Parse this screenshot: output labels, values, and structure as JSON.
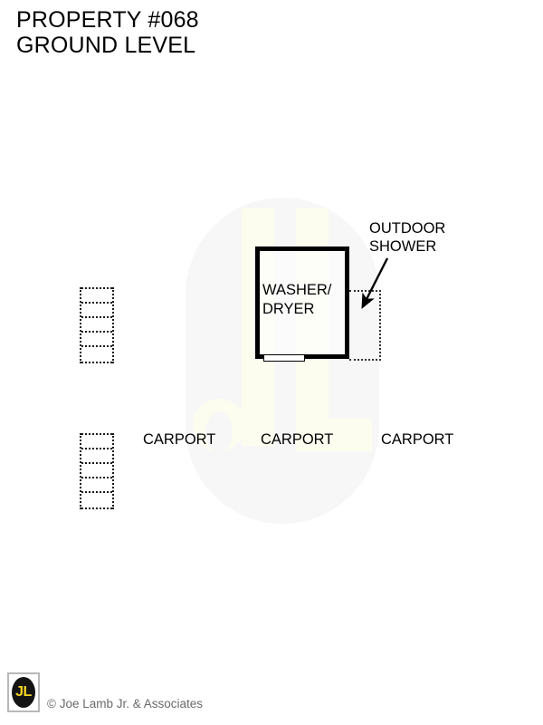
{
  "title": {
    "line1": "PROPERTY #068",
    "line2": "GROUND LEVEL"
  },
  "plan": {
    "rooms": [
      {
        "name": "washer-dryer",
        "label_line1": "WASHER/",
        "label_line2": "DRYER"
      }
    ],
    "callouts": [
      {
        "name": "outdoor-shower",
        "line1": "OUTDOOR",
        "line2": "SHOWER"
      }
    ],
    "carports": [
      {
        "label": "CARPORT"
      },
      {
        "label": "CARPORT"
      },
      {
        "label": "CARPORT"
      }
    ],
    "stairs": [
      {
        "name": "stair-upper",
        "rungs": 5
      },
      {
        "name": "stair-lower",
        "rungs": 5
      }
    ],
    "watermark": {
      "letters": "JL",
      "shape_color": "#f7f7f7",
      "letter_color": "#fdfdef"
    }
  },
  "footer": {
    "logo_text": "JL",
    "copyright": "© Joe Lamb Jr. & Associates",
    "logo_background": "#141414",
    "logo_accent": "#f5d423"
  }
}
